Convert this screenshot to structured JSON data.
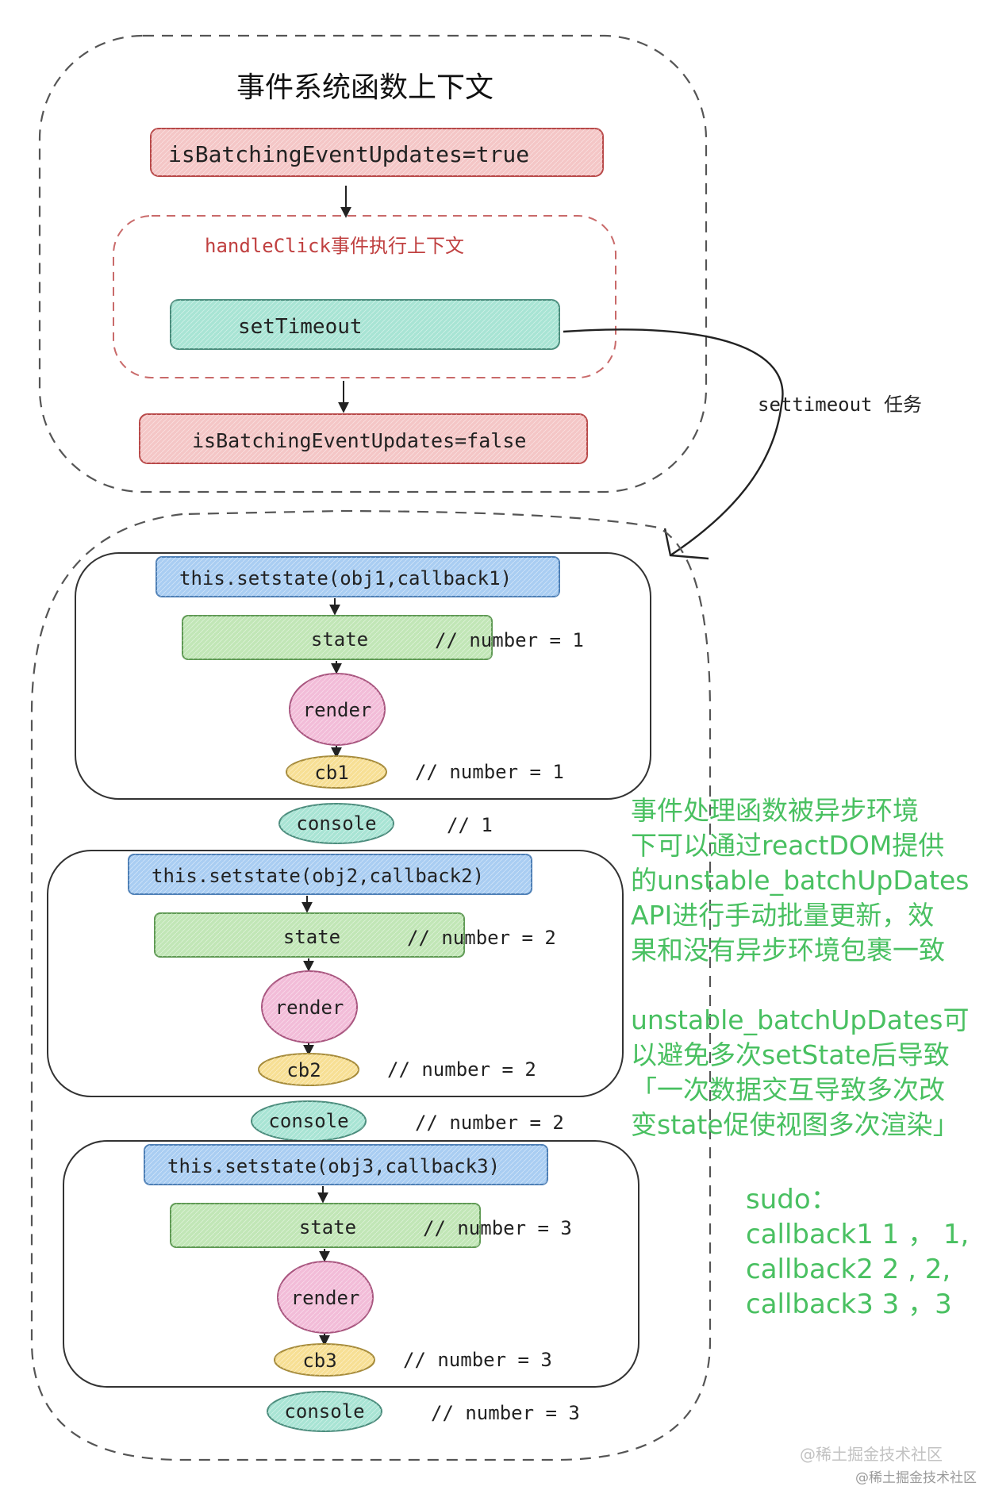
{
  "top_context": {
    "title": "事件系统函数上下文",
    "batch_on": "isBatchingEventUpdates=true",
    "handler_title": "handleClick事件执行上下文",
    "timeout_box": "setTimeout",
    "batch_off": "isBatchingEventUpdates=false"
  },
  "arrow_label": "settimeout 任务",
  "groups": [
    {
      "call": "this.setstate(obj1,callback1)",
      "state": "state",
      "state_comment": "// number = 1",
      "render": "render",
      "cb": "cb1",
      "cb_comment": "// number = 1",
      "console": "console",
      "console_comment": "// 1"
    },
    {
      "call": "this.setstate(obj2,callback2)",
      "state": "state",
      "state_comment": "// number = 2",
      "render": "render",
      "cb": "cb2",
      "cb_comment": "// number = 2",
      "console": "console",
      "console_comment": "// number = 2"
    },
    {
      "call": "this.setstate(obj3,callback3)",
      "state": "state",
      "state_comment": "// number = 3",
      "render": "render",
      "cb": "cb3",
      "cb_comment": "// number = 3",
      "console": "console",
      "console_comment": "// number = 3"
    }
  ],
  "note": "事件处理函数被异步环境\n下可以通过reactDOM提供\n的unstable_batchUpDates\nAPI进行手动批量更新，效\n果和没有异步环境包裹一致\n\nunstable_batchUpDates可\n以避免多次setState后导致\n「一次数据交互导致多次改\n变state促使视图多次渲染」",
  "sudo": "sudo：\ncallback1 1 ， 1,\ncallback2 2 , 2,\ncallback3 3 ，3",
  "watermarks": [
    "@稀土掘金技术社区",
    "@稀土掘金技术社区"
  ],
  "colors": {
    "red_fill": "#f4c6c6",
    "red_stroke": "#b84848",
    "teal_fill": "#a8e4d4",
    "teal_stroke": "#4a8c7c",
    "blue_fill": "#a9cdf2",
    "blue_stroke": "#4d7fb6",
    "green_fill": "#c1e6b6",
    "green_stroke": "#5f9a54",
    "pink_fill": "#f2bcd8",
    "pink_stroke": "#a8547e",
    "yellow_fill": "#f7df94",
    "yellow_stroke": "#a68b3a",
    "note_green": "#49c061",
    "handler_red": "#c04040"
  }
}
